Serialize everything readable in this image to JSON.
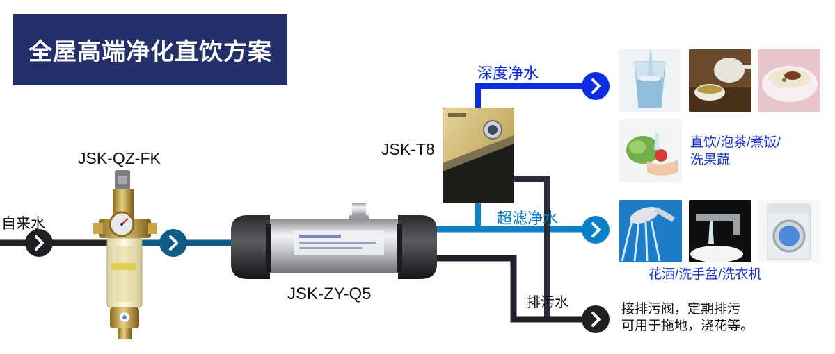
{
  "title": "全屋高端净化直饮方案",
  "input_label": "自来水",
  "products": {
    "prefilter": "JSK-QZ-FK",
    "ultrafilter": "JSK-ZY-Q5",
    "purifier": "JSK-T8"
  },
  "outputs": {
    "deep": {
      "label": "深度净水",
      "uses": [
        "直饮/泡茶/煮饭/",
        "洗果蔬"
      ],
      "color": "#0a2ee0"
    },
    "ultra": {
      "label": "超滤净水",
      "uses": [
        "花洒/洗手盆/洗衣机"
      ],
      "color": "#0a80c8"
    },
    "drain": {
      "label": "排污水",
      "notes": [
        "接排污阀，定期排污",
        "可用于拖地，浇花等。"
      ],
      "color": "#1f1f2a"
    }
  },
  "icons": [
    "chevron-right-icon",
    "pressure-gauge-icon"
  ],
  "photos": [
    "water-glass",
    "tea-set",
    "congee-bowl",
    "washing-vegetables",
    "shower-head",
    "faucet-basin",
    "washing-machine"
  ]
}
